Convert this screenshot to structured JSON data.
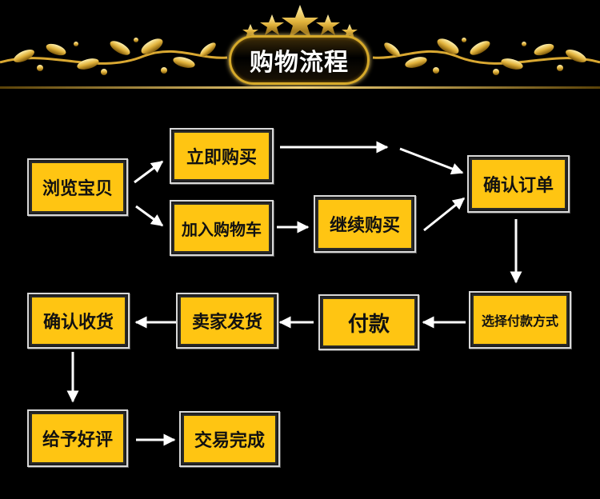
{
  "header": {
    "title": "购物流程"
  },
  "steps": {
    "browse": "浏览宝贝",
    "buy_now": "立即购买",
    "add_to_cart": "加入购物车",
    "continue_buy": "继续购买",
    "confirm_order": "确认订单",
    "choose_payment": "选择付款方式",
    "pay": "付款",
    "seller_ship": "卖家发货",
    "confirm_receipt": "确认收货",
    "review": "给予好评",
    "done": "交易完成"
  },
  "colors": {
    "node_fill": "#ffc512",
    "accent_gold": "#d6a92a",
    "background": "#000000",
    "arrow": "#ffffff"
  }
}
